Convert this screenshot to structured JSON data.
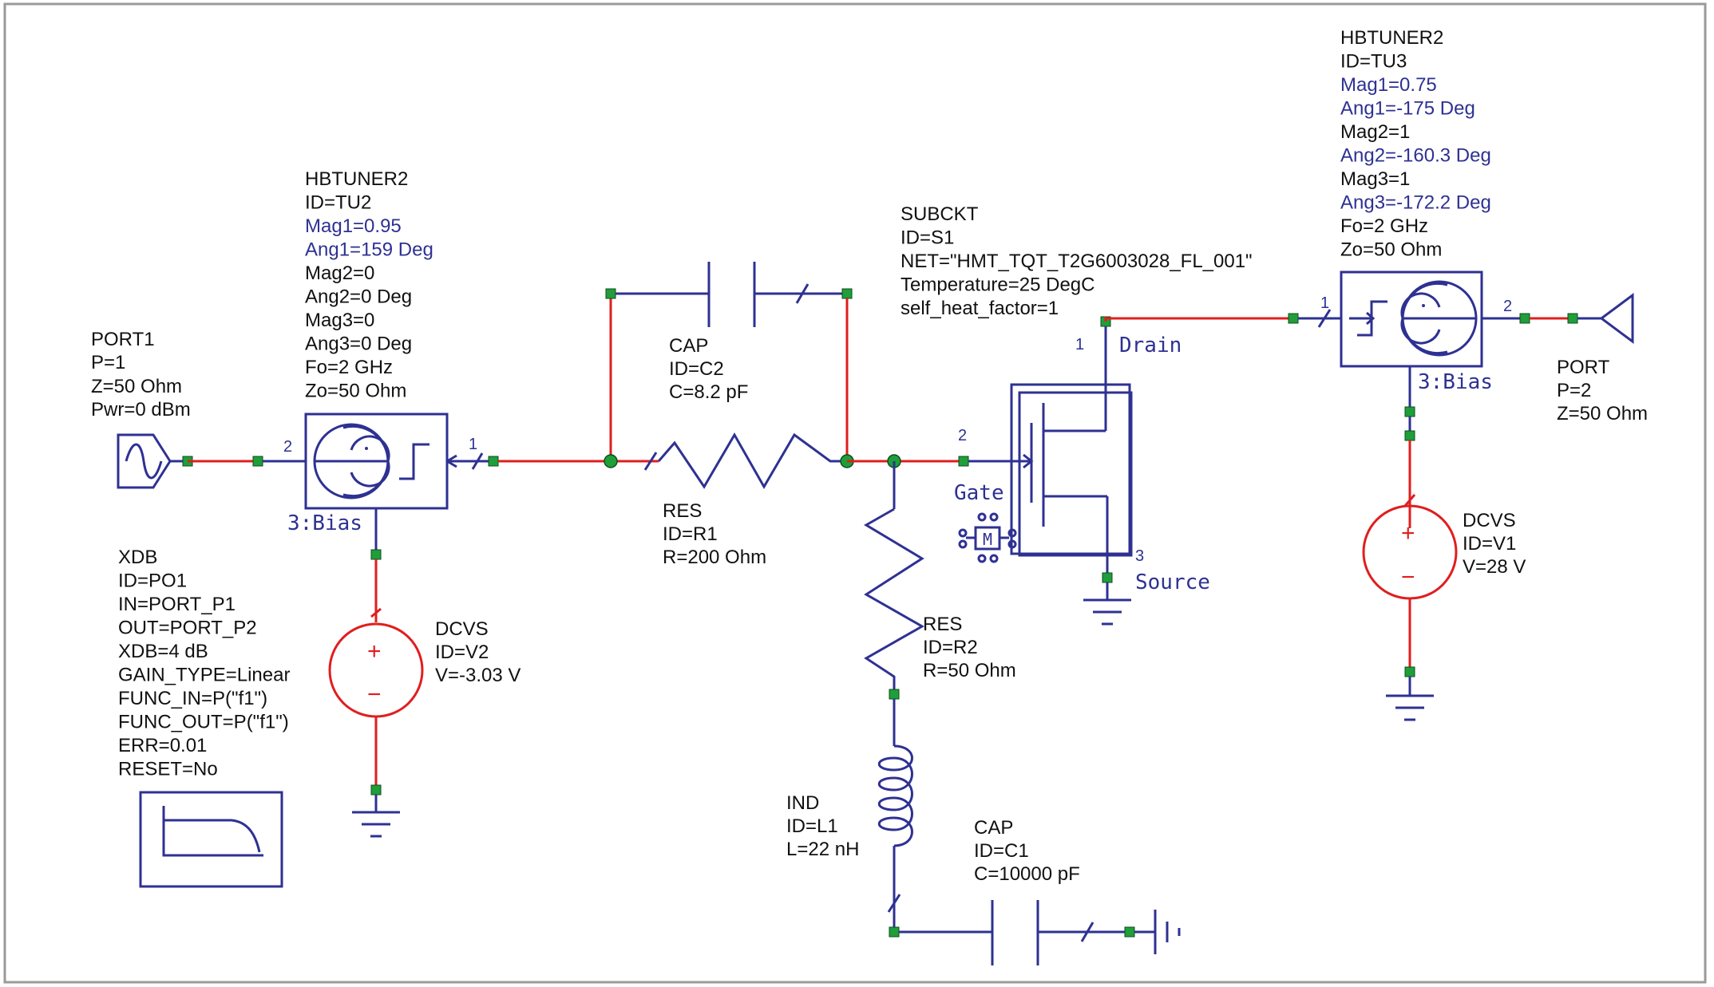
{
  "components": {
    "tu2": {
      "lines": [
        "HBTUNER2",
        "ID=TU2",
        "Mag1=0.95",
        "Ang1=159 Deg",
        "Mag2=0",
        "Ang2=0 Deg",
        "Mag3=0",
        "Ang3=0 Deg",
        "Fo=2 GHz",
        "Zo=50 Ohm"
      ],
      "pin1": "1",
      "pin2": "2",
      "bias_label": "3:Bias"
    },
    "port1": {
      "lines": [
        "PORT1",
        "P=1",
        "Z=50 Ohm",
        "Pwr=0 dBm"
      ]
    },
    "xdb": {
      "lines": [
        "XDB",
        "ID=PO1",
        "IN=PORT_P1",
        "OUT=PORT_P2",
        "XDB=4 dB",
        "GAIN_TYPE=Linear",
        "FUNC_IN=P(\"f1\")",
        "FUNC_OUT=P(\"f1\")",
        "ERR=0.01",
        "RESET=No"
      ]
    },
    "v2": {
      "lines": [
        "DCVS",
        "ID=V2",
        "V=-3.03 V"
      ],
      "plus": "+",
      "minus": "−"
    },
    "c2": {
      "lines": [
        "CAP",
        "ID=C2",
        "C=8.2 pF"
      ]
    },
    "r1": {
      "lines": [
        "RES",
        "ID=R1",
        "R=200 Ohm"
      ]
    },
    "r2": {
      "lines": [
        "RES",
        "ID=R2",
        "R=50 Ohm"
      ]
    },
    "l1": {
      "lines": [
        "IND",
        "ID=L1",
        "L=22 nH"
      ]
    },
    "c1": {
      "lines": [
        "CAP",
        "ID=C1",
        "C=10000 pF"
      ]
    },
    "s1": {
      "lines": [
        "SUBCKT",
        "ID=S1",
        "NET=\"HMT_TQT_T2G6003028_FL_001\"",
        "Temperature=25 DegC",
        "self_heat_factor=1"
      ],
      "pin1": "1",
      "pin2": "2",
      "pin3": "3",
      "drain": "Drain",
      "gate": "Gate",
      "source": "Source",
      "m_label": "M"
    },
    "tu3": {
      "lines": [
        "HBTUNER2",
        "ID=TU3",
        "Mag1=0.75",
        "Ang1=-175 Deg",
        "Mag2=1",
        "Ang2=-160.3 Deg",
        "Mag3=1",
        "Ang3=-172.2 Deg",
        "Fo=2 GHz",
        "Zo=50 Ohm"
      ],
      "pin1": "1",
      "pin2": "2",
      "bias_label": "3:Bias"
    },
    "port2": {
      "lines": [
        "PORT",
        "P=2",
        "Z=50 Ohm"
      ]
    },
    "v1": {
      "lines": [
        "DCVS",
        "ID=V1",
        "V=28 V"
      ],
      "plus": "+",
      "minus": "−"
    }
  },
  "colors": {
    "wire_blue": "#2e3192",
    "wire_red": "#e01e1e",
    "node_green": "#1f9e3a",
    "frame_gray": "#9a9a9a"
  }
}
